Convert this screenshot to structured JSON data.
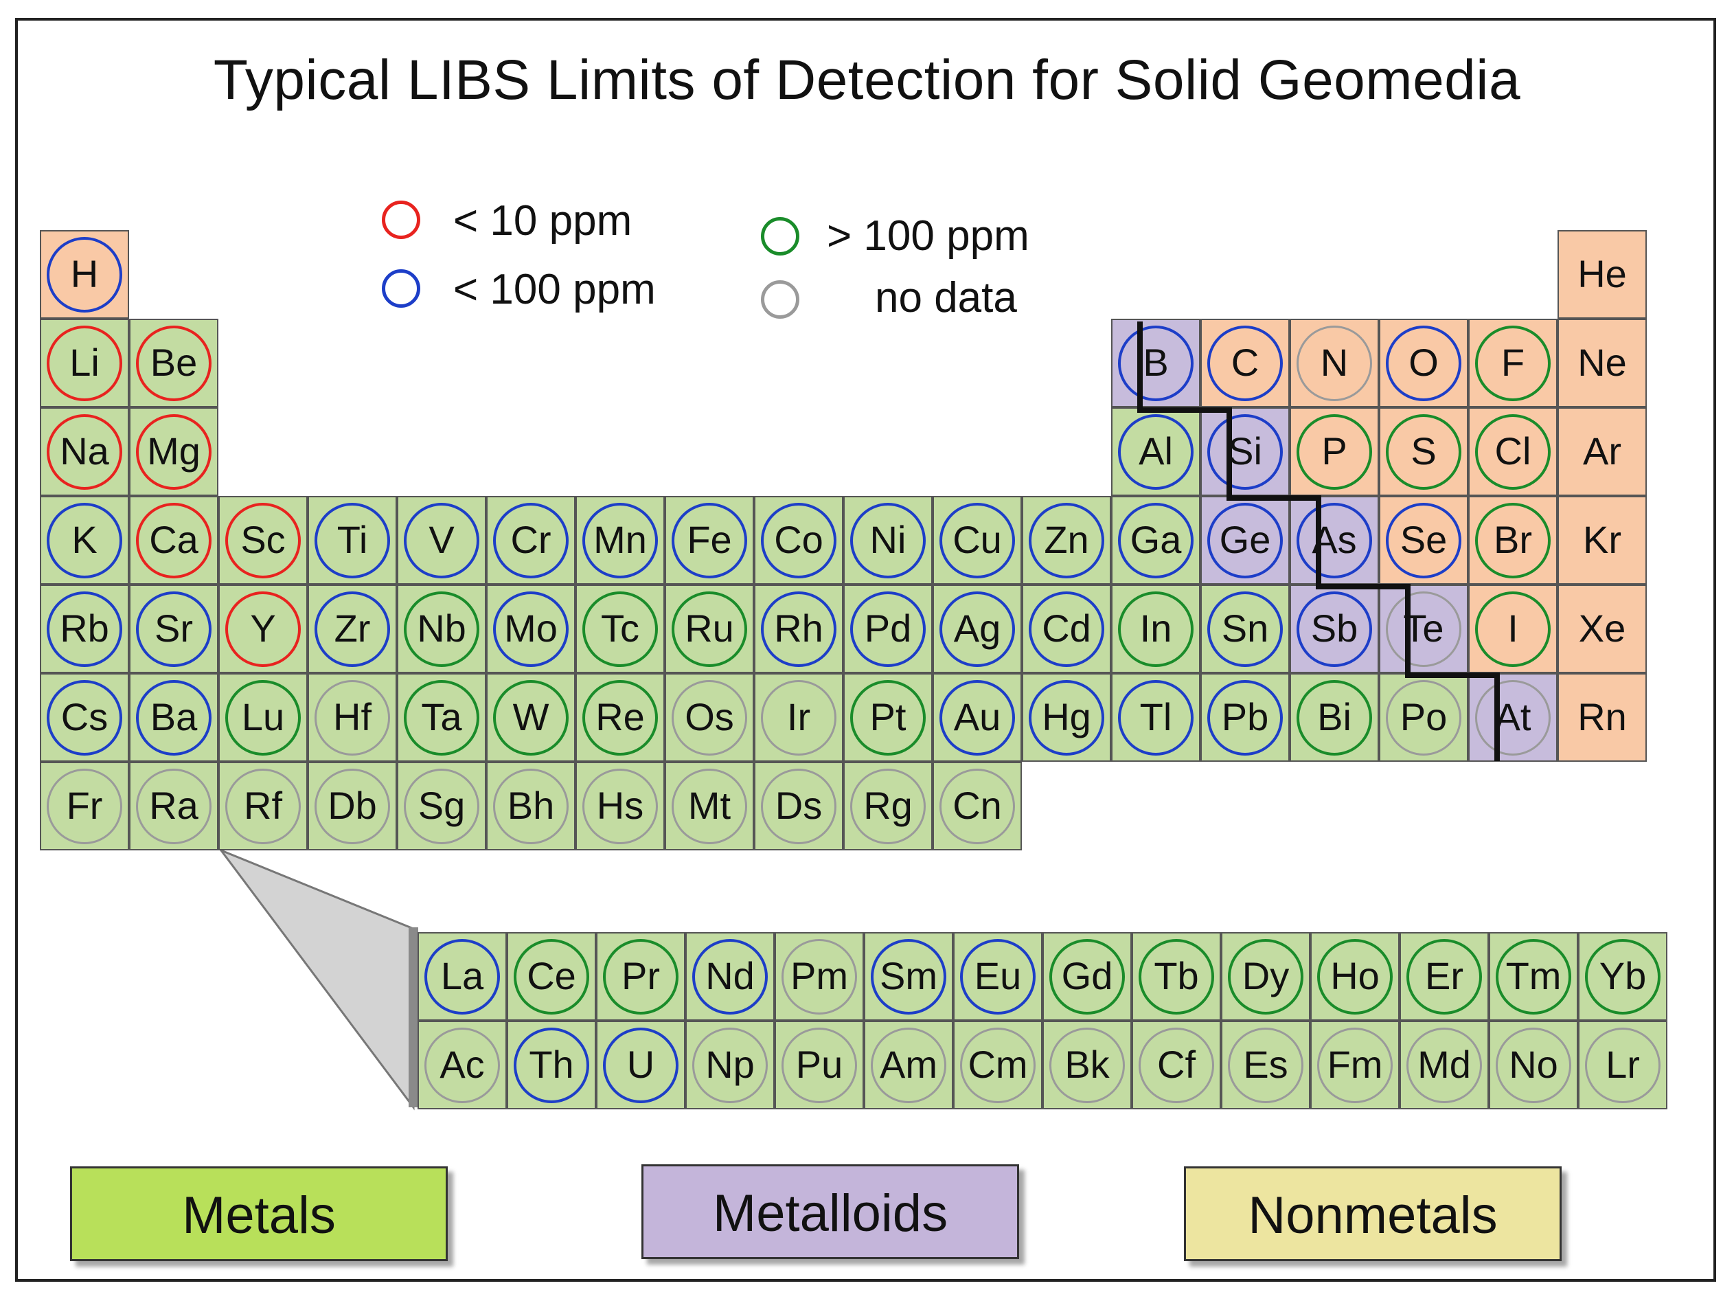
{
  "title": "Typical LIBS Limits of Detection for Solid Geomedia",
  "colors": {
    "metal_bg": "#c3dca2",
    "metalloid_bg": "#c7bcdc",
    "nonmetal_bg": "#f9c9a6",
    "ring_lt10": "#e8231f",
    "ring_lt100": "#1d3ec8",
    "ring_gt100": "#1a8c2a",
    "ring_nodata": "#9a9a9a"
  },
  "legend": [
    {
      "key": "lt10",
      "label": "< 10 ppm",
      "color": "#e8231f"
    },
    {
      "key": "lt100",
      "label": "< 100 ppm",
      "color": "#1d3ec8"
    },
    {
      "key": "gt100",
      "label": "> 100 ppm",
      "color": "#1a8c2a"
    },
    {
      "key": "nodata",
      "label": "no data",
      "color": "#9a9a9a"
    }
  ],
  "categories": [
    {
      "label": "Metals",
      "color": "#b8e05a"
    },
    {
      "label": "Metalloids",
      "color": "#c4b5da"
    },
    {
      "label": "Nonmetals",
      "color": "#ede5a0"
    }
  ],
  "elements": [
    {
      "s": "H",
      "row": 1,
      "col": 1,
      "cat": "nonmetal",
      "lod": "lt100"
    },
    {
      "s": "He",
      "row": 1,
      "col": 18,
      "cat": "nonmetal",
      "lod": "none"
    },
    {
      "s": "Li",
      "row": 2,
      "col": 1,
      "cat": "metal",
      "lod": "lt10"
    },
    {
      "s": "Be",
      "row": 2,
      "col": 2,
      "cat": "metal",
      "lod": "lt10"
    },
    {
      "s": "B",
      "row": 2,
      "col": 13,
      "cat": "metalloid",
      "lod": "lt100"
    },
    {
      "s": "C",
      "row": 2,
      "col": 14,
      "cat": "nonmetal",
      "lod": "lt100"
    },
    {
      "s": "N",
      "row": 2,
      "col": 15,
      "cat": "nonmetal",
      "lod": "nodata"
    },
    {
      "s": "O",
      "row": 2,
      "col": 16,
      "cat": "nonmetal",
      "lod": "lt100"
    },
    {
      "s": "F",
      "row": 2,
      "col": 17,
      "cat": "nonmetal",
      "lod": "gt100"
    },
    {
      "s": "Ne",
      "row": 2,
      "col": 18,
      "cat": "nonmetal",
      "lod": "none"
    },
    {
      "s": "Na",
      "row": 3,
      "col": 1,
      "cat": "metal",
      "lod": "lt10"
    },
    {
      "s": "Mg",
      "row": 3,
      "col": 2,
      "cat": "metal",
      "lod": "lt10"
    },
    {
      "s": "Al",
      "row": 3,
      "col": 13,
      "cat": "metal",
      "lod": "lt100"
    },
    {
      "s": "Si",
      "row": 3,
      "col": 14,
      "cat": "metalloid",
      "lod": "lt100"
    },
    {
      "s": "P",
      "row": 3,
      "col": 15,
      "cat": "nonmetal",
      "lod": "gt100"
    },
    {
      "s": "S",
      "row": 3,
      "col": 16,
      "cat": "nonmetal",
      "lod": "gt100"
    },
    {
      "s": "Cl",
      "row": 3,
      "col": 17,
      "cat": "nonmetal",
      "lod": "gt100"
    },
    {
      "s": "Ar",
      "row": 3,
      "col": 18,
      "cat": "nonmetal",
      "lod": "none"
    },
    {
      "s": "K",
      "row": 4,
      "col": 1,
      "cat": "metal",
      "lod": "lt100"
    },
    {
      "s": "Ca",
      "row": 4,
      "col": 2,
      "cat": "metal",
      "lod": "lt10"
    },
    {
      "s": "Sc",
      "row": 4,
      "col": 3,
      "cat": "metal",
      "lod": "lt10"
    },
    {
      "s": "Ti",
      "row": 4,
      "col": 4,
      "cat": "metal",
      "lod": "lt100"
    },
    {
      "s": "V",
      "row": 4,
      "col": 5,
      "cat": "metal",
      "lod": "lt100"
    },
    {
      "s": "Cr",
      "row": 4,
      "col": 6,
      "cat": "metal",
      "lod": "lt100"
    },
    {
      "s": "Mn",
      "row": 4,
      "col": 7,
      "cat": "metal",
      "lod": "lt100"
    },
    {
      "s": "Fe",
      "row": 4,
      "col": 8,
      "cat": "metal",
      "lod": "lt100"
    },
    {
      "s": "Co",
      "row": 4,
      "col": 9,
      "cat": "metal",
      "lod": "lt100"
    },
    {
      "s": "Ni",
      "row": 4,
      "col": 10,
      "cat": "metal",
      "lod": "lt100"
    },
    {
      "s": "Cu",
      "row": 4,
      "col": 11,
      "cat": "metal",
      "lod": "lt100"
    },
    {
      "s": "Zn",
      "row": 4,
      "col": 12,
      "cat": "metal",
      "lod": "lt100"
    },
    {
      "s": "Ga",
      "row": 4,
      "col": 13,
      "cat": "metal",
      "lod": "lt100"
    },
    {
      "s": "Ge",
      "row": 4,
      "col": 14,
      "cat": "metalloid",
      "lod": "lt100"
    },
    {
      "s": "As",
      "row": 4,
      "col": 15,
      "cat": "metalloid",
      "lod": "lt100"
    },
    {
      "s": "Se",
      "row": 4,
      "col": 16,
      "cat": "nonmetal",
      "lod": "lt100"
    },
    {
      "s": "Br",
      "row": 4,
      "col": 17,
      "cat": "nonmetal",
      "lod": "gt100"
    },
    {
      "s": "Kr",
      "row": 4,
      "col": 18,
      "cat": "nonmetal",
      "lod": "none"
    },
    {
      "s": "Rb",
      "row": 5,
      "col": 1,
      "cat": "metal",
      "lod": "lt100"
    },
    {
      "s": "Sr",
      "row": 5,
      "col": 2,
      "cat": "metal",
      "lod": "lt100"
    },
    {
      "s": "Y",
      "row": 5,
      "col": 3,
      "cat": "metal",
      "lod": "lt10"
    },
    {
      "s": "Zr",
      "row": 5,
      "col": 4,
      "cat": "metal",
      "lod": "lt100"
    },
    {
      "s": "Nb",
      "row": 5,
      "col": 5,
      "cat": "metal",
      "lod": "gt100"
    },
    {
      "s": "Mo",
      "row": 5,
      "col": 6,
      "cat": "metal",
      "lod": "lt100"
    },
    {
      "s": "Tc",
      "row": 5,
      "col": 7,
      "cat": "metal",
      "lod": "gt100"
    },
    {
      "s": "Ru",
      "row": 5,
      "col": 8,
      "cat": "metal",
      "lod": "gt100"
    },
    {
      "s": "Rh",
      "row": 5,
      "col": 9,
      "cat": "metal",
      "lod": "lt100"
    },
    {
      "s": "Pd",
      "row": 5,
      "col": 10,
      "cat": "metal",
      "lod": "lt100"
    },
    {
      "s": "Ag",
      "row": 5,
      "col": 11,
      "cat": "metal",
      "lod": "lt100"
    },
    {
      "s": "Cd",
      "row": 5,
      "col": 12,
      "cat": "metal",
      "lod": "lt100"
    },
    {
      "s": "In",
      "row": 5,
      "col": 13,
      "cat": "metal",
      "lod": "gt100"
    },
    {
      "s": "Sn",
      "row": 5,
      "col": 14,
      "cat": "metal",
      "lod": "lt100"
    },
    {
      "s": "Sb",
      "row": 5,
      "col": 15,
      "cat": "metalloid",
      "lod": "lt100"
    },
    {
      "s": "Te",
      "row": 5,
      "col": 16,
      "cat": "metalloid",
      "lod": "nodata"
    },
    {
      "s": "I",
      "row": 5,
      "col": 17,
      "cat": "nonmetal",
      "lod": "gt100"
    },
    {
      "s": "Xe",
      "row": 5,
      "col": 18,
      "cat": "nonmetal",
      "lod": "none"
    },
    {
      "s": "Cs",
      "row": 6,
      "col": 1,
      "cat": "metal",
      "lod": "lt100"
    },
    {
      "s": "Ba",
      "row": 6,
      "col": 2,
      "cat": "metal",
      "lod": "lt100"
    },
    {
      "s": "Lu",
      "row": 6,
      "col": 3,
      "cat": "metal",
      "lod": "gt100"
    },
    {
      "s": "Hf",
      "row": 6,
      "col": 4,
      "cat": "metal",
      "lod": "nodata"
    },
    {
      "s": "Ta",
      "row": 6,
      "col": 5,
      "cat": "metal",
      "lod": "gt100"
    },
    {
      "s": "W",
      "row": 6,
      "col": 6,
      "cat": "metal",
      "lod": "gt100"
    },
    {
      "s": "Re",
      "row": 6,
      "col": 7,
      "cat": "metal",
      "lod": "gt100"
    },
    {
      "s": "Os",
      "row": 6,
      "col": 8,
      "cat": "metal",
      "lod": "nodata"
    },
    {
      "s": "Ir",
      "row": 6,
      "col": 9,
      "cat": "metal",
      "lod": "nodata"
    },
    {
      "s": "Pt",
      "row": 6,
      "col": 10,
      "cat": "metal",
      "lod": "gt100"
    },
    {
      "s": "Au",
      "row": 6,
      "col": 11,
      "cat": "metal",
      "lod": "lt100"
    },
    {
      "s": "Hg",
      "row": 6,
      "col": 12,
      "cat": "metal",
      "lod": "lt100"
    },
    {
      "s": "Tl",
      "row": 6,
      "col": 13,
      "cat": "metal",
      "lod": "lt100"
    },
    {
      "s": "Pb",
      "row": 6,
      "col": 14,
      "cat": "metal",
      "lod": "lt100"
    },
    {
      "s": "Bi",
      "row": 6,
      "col": 15,
      "cat": "metal",
      "lod": "gt100"
    },
    {
      "s": "Po",
      "row": 6,
      "col": 16,
      "cat": "metal",
      "lod": "nodata"
    },
    {
      "s": "At",
      "row": 6,
      "col": 17,
      "cat": "metalloid",
      "lod": "nodata"
    },
    {
      "s": "Rn",
      "row": 6,
      "col": 18,
      "cat": "nonmetal",
      "lod": "none"
    },
    {
      "s": "Fr",
      "row": 7,
      "col": 1,
      "cat": "metal",
      "lod": "nodata"
    },
    {
      "s": "Ra",
      "row": 7,
      "col": 2,
      "cat": "metal",
      "lod": "nodata"
    },
    {
      "s": "Rf",
      "row": 7,
      "col": 3,
      "cat": "metal",
      "lod": "nodata"
    },
    {
      "s": "Db",
      "row": 7,
      "col": 4,
      "cat": "metal",
      "lod": "nodata"
    },
    {
      "s": "Sg",
      "row": 7,
      "col": 5,
      "cat": "metal",
      "lod": "nodata"
    },
    {
      "s": "Bh",
      "row": 7,
      "col": 6,
      "cat": "metal",
      "lod": "nodata"
    },
    {
      "s": "Hs",
      "row": 7,
      "col": 7,
      "cat": "metal",
      "lod": "nodata"
    },
    {
      "s": "Mt",
      "row": 7,
      "col": 8,
      "cat": "metal",
      "lod": "nodata"
    },
    {
      "s": "Ds",
      "row": 7,
      "col": 9,
      "cat": "metal",
      "lod": "nodata"
    },
    {
      "s": "Rg",
      "row": 7,
      "col": 10,
      "cat": "metal",
      "lod": "nodata"
    },
    {
      "s": "Cn",
      "row": 7,
      "col": 11,
      "cat": "metal",
      "lod": "nodata"
    },
    {
      "s": "La",
      "row": 8,
      "col": 1,
      "cat": "metal",
      "lod": "lt100"
    },
    {
      "s": "Ce",
      "row": 8,
      "col": 2,
      "cat": "metal",
      "lod": "gt100"
    },
    {
      "s": "Pr",
      "row": 8,
      "col": 3,
      "cat": "metal",
      "lod": "gt100"
    },
    {
      "s": "Nd",
      "row": 8,
      "col": 4,
      "cat": "metal",
      "lod": "lt100"
    },
    {
      "s": "Pm",
      "row": 8,
      "col": 5,
      "cat": "metal",
      "lod": "nodata"
    },
    {
      "s": "Sm",
      "row": 8,
      "col": 6,
      "cat": "metal",
      "lod": "lt100"
    },
    {
      "s": "Eu",
      "row": 8,
      "col": 7,
      "cat": "metal",
      "lod": "lt100"
    },
    {
      "s": "Gd",
      "row": 8,
      "col": 8,
      "cat": "metal",
      "lod": "gt100"
    },
    {
      "s": "Tb",
      "row": 8,
      "col": 9,
      "cat": "metal",
      "lod": "gt100"
    },
    {
      "s": "Dy",
      "row": 8,
      "col": 10,
      "cat": "metal",
      "lod": "gt100"
    },
    {
      "s": "Ho",
      "row": 8,
      "col": 11,
      "cat": "metal",
      "lod": "gt100"
    },
    {
      "s": "Er",
      "row": 8,
      "col": 12,
      "cat": "metal",
      "lod": "gt100"
    },
    {
      "s": "Tm",
      "row": 8,
      "col": 13,
      "cat": "metal",
      "lod": "gt100"
    },
    {
      "s": "Yb",
      "row": 8,
      "col": 14,
      "cat": "metal",
      "lod": "gt100"
    },
    {
      "s": "Ac",
      "row": 9,
      "col": 1,
      "cat": "metal",
      "lod": "nodata"
    },
    {
      "s": "Th",
      "row": 9,
      "col": 2,
      "cat": "metal",
      "lod": "lt100"
    },
    {
      "s": "U",
      "row": 9,
      "col": 3,
      "cat": "metal",
      "lod": "lt100"
    },
    {
      "s": "Np",
      "row": 9,
      "col": 4,
      "cat": "metal",
      "lod": "nodata"
    },
    {
      "s": "Pu",
      "row": 9,
      "col": 5,
      "cat": "metal",
      "lod": "nodata"
    },
    {
      "s": "Am",
      "row": 9,
      "col": 6,
      "cat": "metal",
      "lod": "nodata"
    },
    {
      "s": "Cm",
      "row": 9,
      "col": 7,
      "cat": "metal",
      "lod": "nodata"
    },
    {
      "s": "Bk",
      "row": 9,
      "col": 8,
      "cat": "metal",
      "lod": "nodata"
    },
    {
      "s": "Cf",
      "row": 9,
      "col": 9,
      "cat": "metal",
      "lod": "nodata"
    },
    {
      "s": "Es",
      "row": 9,
      "col": 10,
      "cat": "metal",
      "lod": "nodata"
    },
    {
      "s": "Fm",
      "row": 9,
      "col": 11,
      "cat": "metal",
      "lod": "nodata"
    },
    {
      "s": "Md",
      "row": 9,
      "col": 12,
      "cat": "metal",
      "lod": "nodata"
    },
    {
      "s": "No",
      "row": 9,
      "col": 13,
      "cat": "metal",
      "lod": "nodata"
    },
    {
      "s": "Lr",
      "row": 9,
      "col": 14,
      "cat": "metal",
      "lod": "nodata"
    }
  ]
}
